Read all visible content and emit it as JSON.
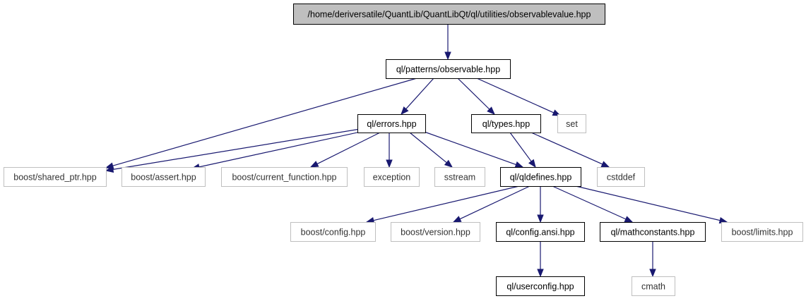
{
  "diagram": {
    "root_label": "/home/deriversatile/QuantLib/QuantLibQt/ql/utilities/observablevalue.hpp",
    "colors": {
      "root_fill": "#bfbfbf",
      "node_border": "#000000",
      "external_border": "#bfbfbf",
      "edge": "#191970"
    },
    "nodes": [
      {
        "id": "root",
        "label": "/home/deriversatile/QuantLib/QuantLibQt/ql/utilities/observablevalue.hpp",
        "style": "root"
      },
      {
        "id": "observable",
        "label": "ql/patterns/observable.hpp",
        "style": "normal"
      },
      {
        "id": "errors",
        "label": "ql/errors.hpp",
        "style": "normal"
      },
      {
        "id": "types",
        "label": "ql/types.hpp",
        "style": "normal"
      },
      {
        "id": "set",
        "label": "set",
        "style": "external"
      },
      {
        "id": "shared_ptr",
        "label": "boost/shared_ptr.hpp",
        "style": "external"
      },
      {
        "id": "assert",
        "label": "boost/assert.hpp",
        "style": "external"
      },
      {
        "id": "current_function",
        "label": "boost/current_function.hpp",
        "style": "external"
      },
      {
        "id": "exception",
        "label": "exception",
        "style": "external"
      },
      {
        "id": "sstream",
        "label": "sstream",
        "style": "external"
      },
      {
        "id": "qldefines",
        "label": "ql/qldefines.hpp",
        "style": "normal"
      },
      {
        "id": "cstddef",
        "label": "cstddef",
        "style": "external"
      },
      {
        "id": "config",
        "label": "boost/config.hpp",
        "style": "external"
      },
      {
        "id": "version",
        "label": "boost/version.hpp",
        "style": "external"
      },
      {
        "id": "configansi",
        "label": "ql/config.ansi.hpp",
        "style": "normal"
      },
      {
        "id": "mathconstants",
        "label": "ql/mathconstants.hpp",
        "style": "normal"
      },
      {
        "id": "limits",
        "label": "boost/limits.hpp",
        "style": "external"
      },
      {
        "id": "userconfig",
        "label": "ql/userconfig.hpp",
        "style": "normal"
      },
      {
        "id": "cmath",
        "label": "cmath",
        "style": "external"
      }
    ],
    "edges": [
      {
        "from": "root",
        "to": "observable"
      },
      {
        "from": "observable",
        "to": "shared_ptr"
      },
      {
        "from": "observable",
        "to": "errors"
      },
      {
        "from": "observable",
        "to": "types"
      },
      {
        "from": "observable",
        "to": "set"
      },
      {
        "from": "errors",
        "to": "shared_ptr"
      },
      {
        "from": "errors",
        "to": "assert"
      },
      {
        "from": "errors",
        "to": "current_function"
      },
      {
        "from": "errors",
        "to": "exception"
      },
      {
        "from": "errors",
        "to": "sstream"
      },
      {
        "from": "errors",
        "to": "qldefines"
      },
      {
        "from": "types",
        "to": "qldefines"
      },
      {
        "from": "types",
        "to": "cstddef"
      },
      {
        "from": "qldefines",
        "to": "config"
      },
      {
        "from": "qldefines",
        "to": "version"
      },
      {
        "from": "qldefines",
        "to": "configansi"
      },
      {
        "from": "qldefines",
        "to": "mathconstants"
      },
      {
        "from": "qldefines",
        "to": "limits"
      },
      {
        "from": "configansi",
        "to": "userconfig"
      },
      {
        "from": "mathconstants",
        "to": "cmath"
      }
    ]
  }
}
